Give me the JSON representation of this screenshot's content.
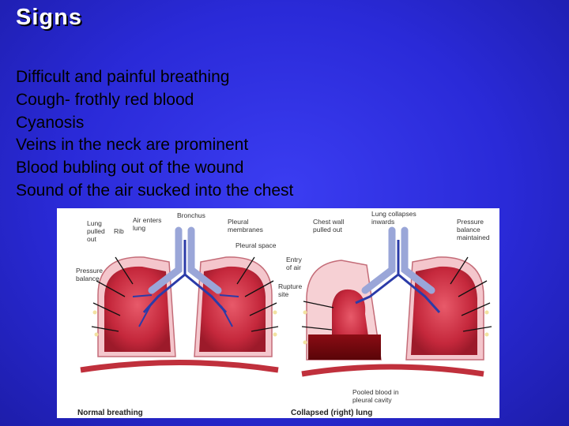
{
  "slide": {
    "title": "Signs",
    "signs": [
      "Difficult and painful breathing",
      "Cough- frothly red blood",
      "Cyanosis",
      "Veins in the neck are prominent",
      "Blood bubling out of the wound",
      "Sound of the air sucked into the chest"
    ]
  },
  "figure": {
    "labels": {
      "lung_pulled_out": "Lung\npulled\nout",
      "rib": "Rib",
      "air_enters_lung": "Air enters\nlung",
      "bronchus": "Bronchus",
      "pleural_membranes": "Pleural\nmembranes",
      "pleural_space": "Pleural space",
      "pressure_balance": "Pressure\nbalance",
      "chest_wall_pulled_out": "Chest wall\npulled out",
      "lung_collapses_inwards": "Lung collapses\ninwards",
      "pressure_balance_maintained": "Pressure\nbalance\nmaintained",
      "entry_of_air": "Entry\nof air",
      "rupture_site": "Rupture\nsite",
      "pooled_blood": "Pooled blood in\npleural cavity"
    },
    "captions": {
      "normal": "Normal breathing",
      "collapsed": "Collapsed (right) lung"
    }
  }
}
